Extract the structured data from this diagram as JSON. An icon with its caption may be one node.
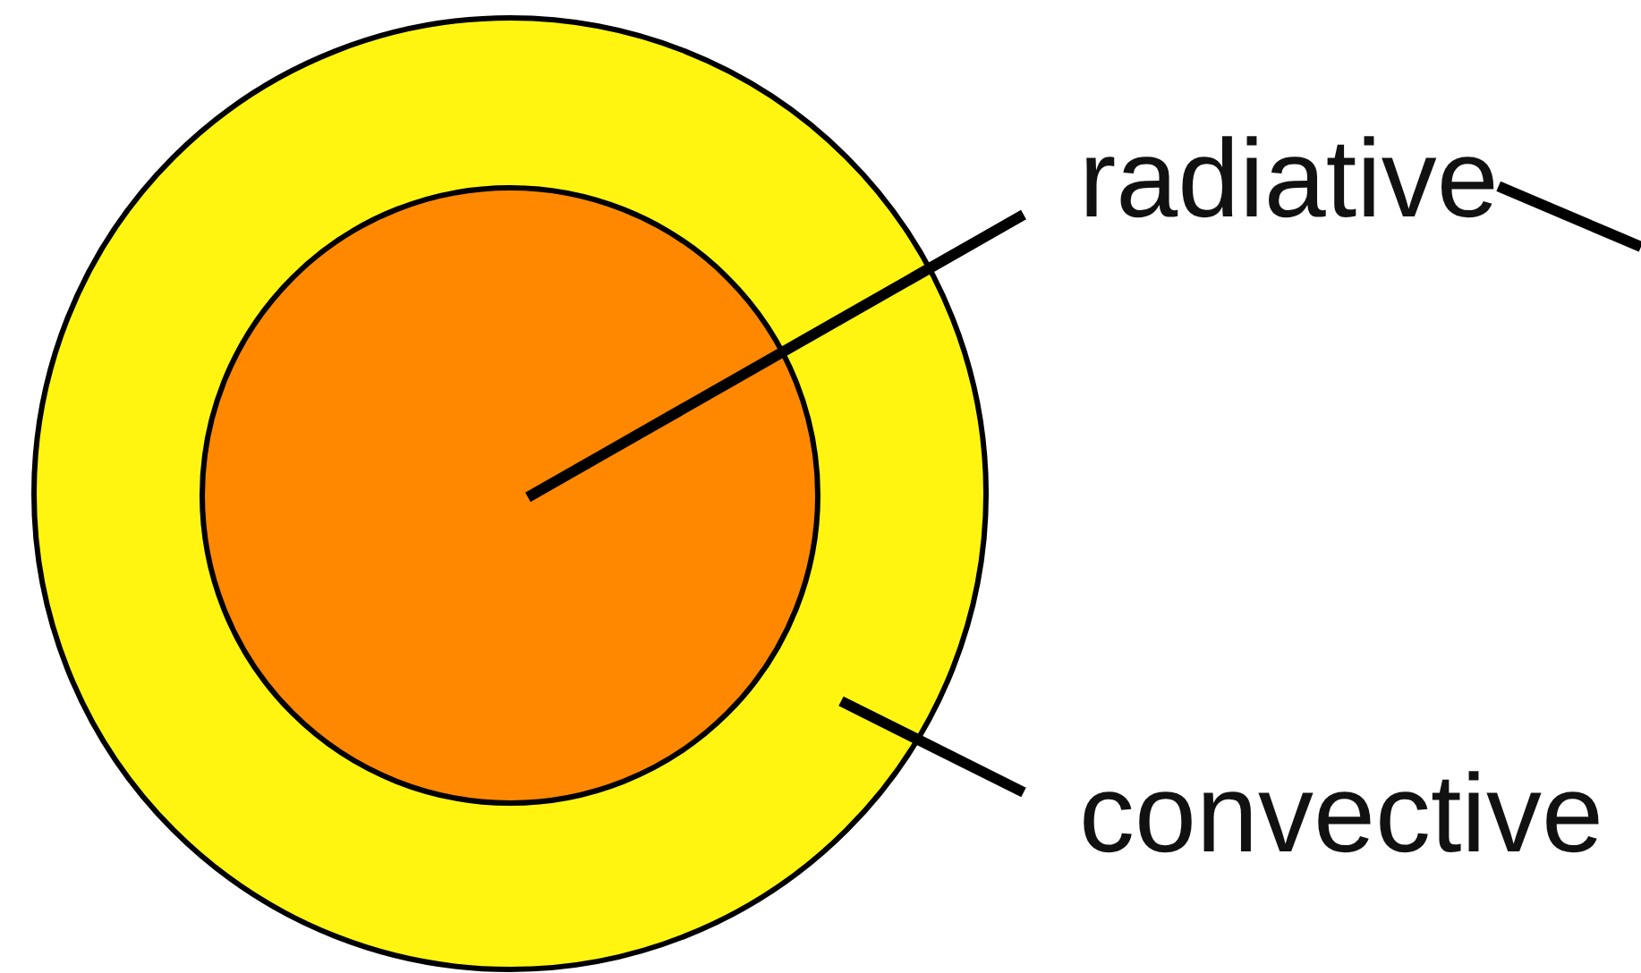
{
  "diagram": {
    "nodes": [
      {
        "text": [],
        "shape": "circle"
      },
      {
        "text": [],
        "shape": "circle",
        "in": 0
      },
      {
        "text": [
          "radiative"
        ]
      },
      {
        "text": [
          "convective"
        ]
      }
    ],
    "edges": [
      {
        "from": 2,
        "to": 1,
        "arrow": "none"
      },
      {
        "from": 3,
        "to": 0,
        "arrow": "none"
      },
      {
        "from": 2,
        "to": null,
        "arrow": "none"
      }
    ]
  }
}
